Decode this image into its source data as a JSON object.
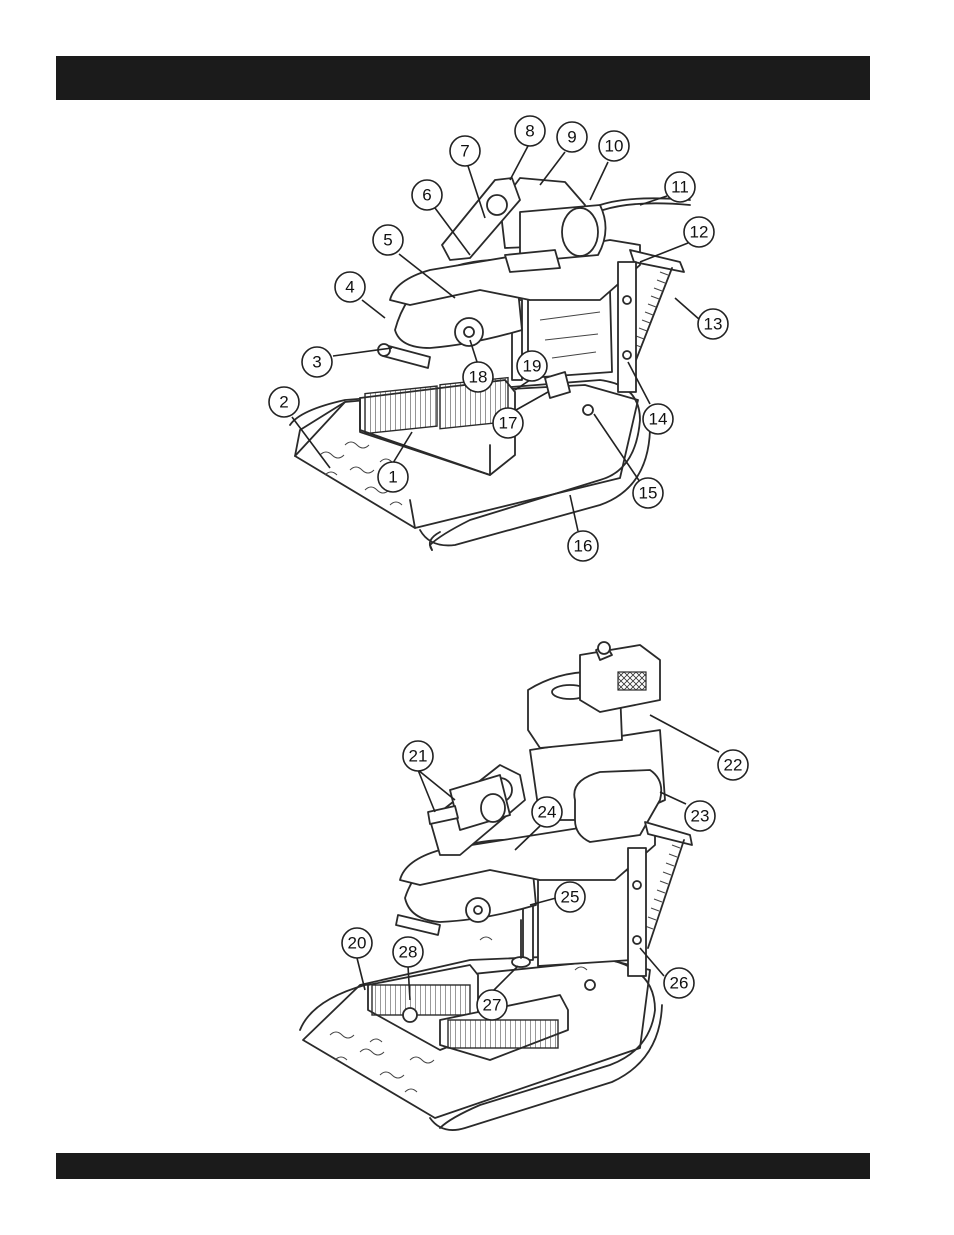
{
  "header_bar": {
    "color": "#1b1b1b"
  },
  "footer_bar": {
    "color": "#1b1b1b"
  },
  "figure_top": {
    "callouts": [
      "1",
      "2",
      "3",
      "4",
      "5",
      "6",
      "7",
      "8",
      "9",
      "10",
      "11",
      "12",
      "13",
      "14",
      "15",
      "16",
      "17",
      "18",
      "19"
    ]
  },
  "figure_bottom": {
    "callouts": [
      "20",
      "21",
      "22",
      "23",
      "24",
      "25",
      "26",
      "27",
      "28"
    ]
  }
}
